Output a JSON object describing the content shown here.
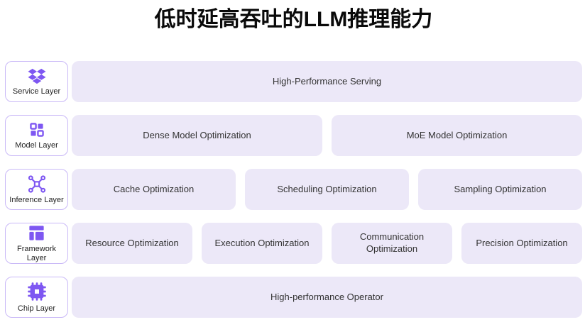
{
  "title": "低时延高吞吐的LLM推理能力",
  "colors": {
    "accent": "#7e57f2",
    "card_border": "#c9b8f7",
    "box_bg": "#ece8f8",
    "title_color": "#0a0a0a"
  },
  "rows": [
    {
      "layer": {
        "label": "Service Layer",
        "icon": "dropbox-icon"
      },
      "boxes": [
        "High-Performance Serving"
      ]
    },
    {
      "layer": {
        "label": "Model Layer",
        "icon": "grid-squares-icon"
      },
      "boxes": [
        "Dense Model Optimization",
        "MoE Model Optimization"
      ]
    },
    {
      "layer": {
        "label": "Inference Layer",
        "icon": "network-nodes-icon"
      },
      "boxes": [
        "Cache Optimization",
        "Scheduling Optimization",
        "Sampling Optimization"
      ]
    },
    {
      "layer": {
        "label": "Framework Layer",
        "icon": "layout-icon"
      },
      "boxes": [
        "Resource Optimization",
        "Execution Optimization",
        "Communication Optimization",
        "Precision Optimization"
      ]
    },
    {
      "layer": {
        "label": "Chip Layer",
        "icon": "chip-icon"
      },
      "boxes": [
        "High-performance Operator"
      ]
    }
  ]
}
